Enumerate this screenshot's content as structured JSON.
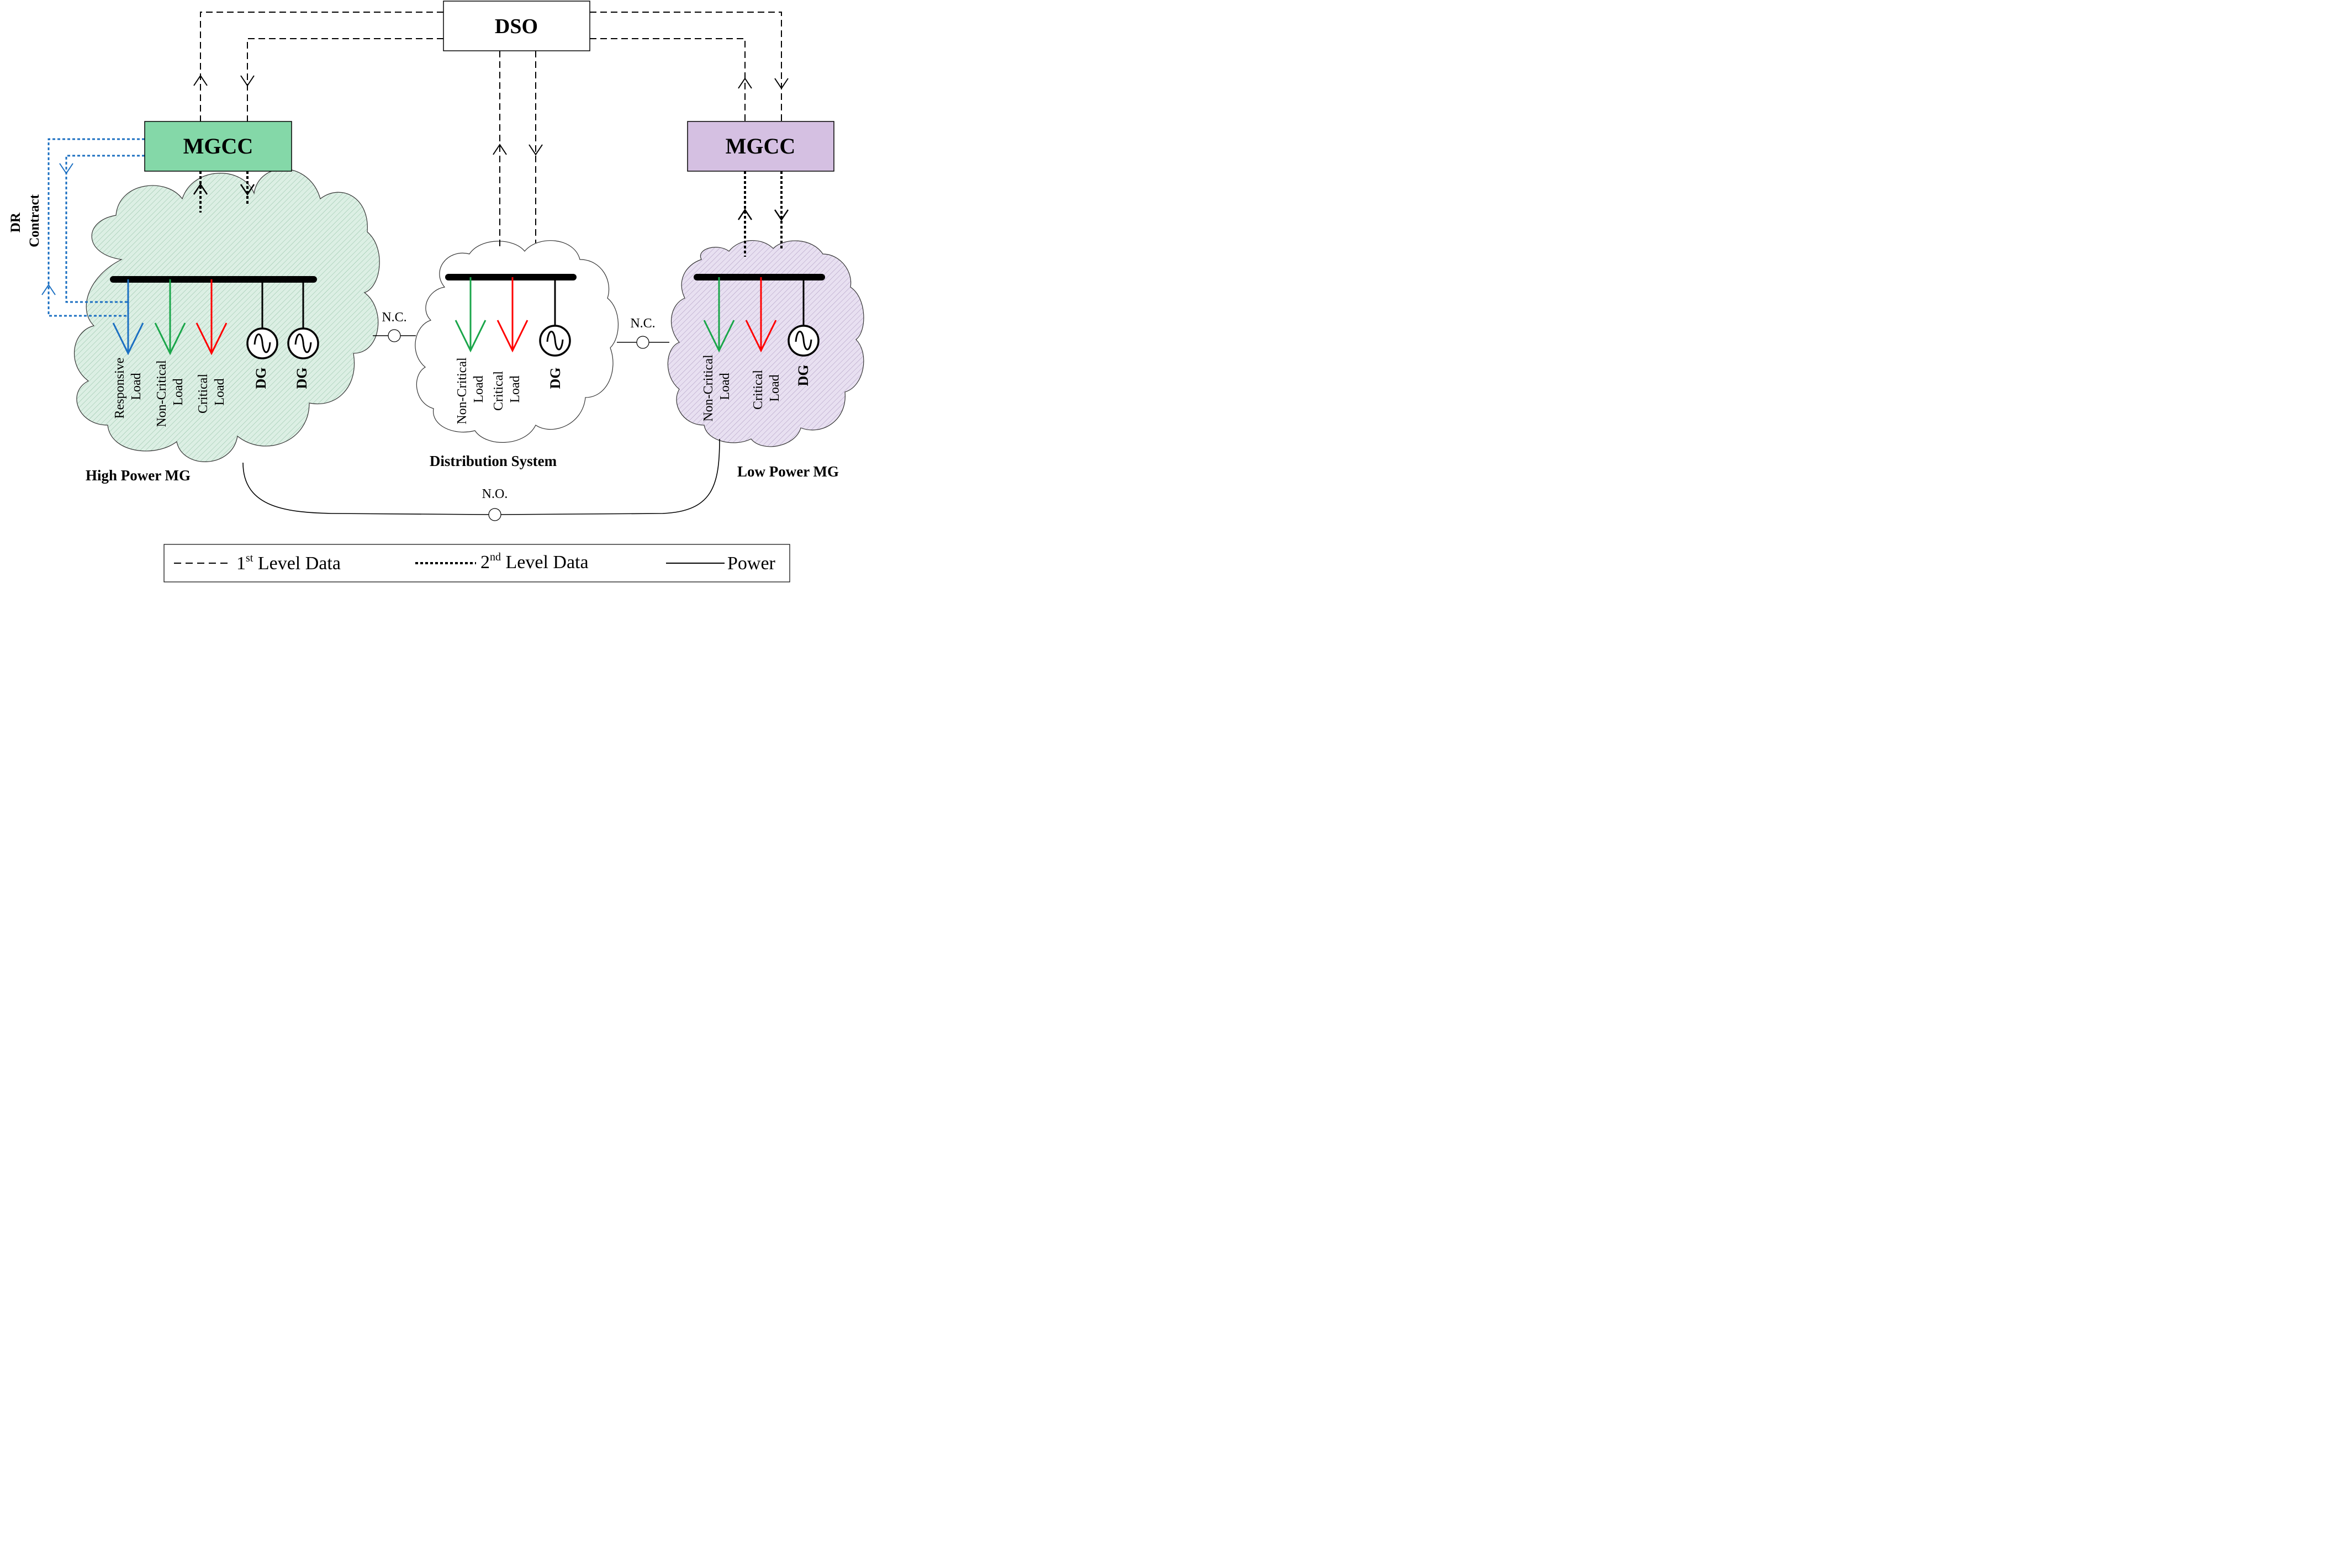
{
  "dso": {
    "label": "DSO"
  },
  "mgcc_left": {
    "label": "MGCC",
    "color": "#84d8a8"
  },
  "mgcc_right": {
    "label": "MGCC",
    "color": "#d5c0e2"
  },
  "dr_contract": {
    "line1": "DR",
    "line2": "Contract",
    "color": "#1b6fc2"
  },
  "high_power_mg": {
    "caption": "High Power MG",
    "cloud_color": "#dcefe4",
    "loads": [
      {
        "line1": "Responsive",
        "line2": "Load",
        "color": "#1b6fc2"
      },
      {
        "line1": "Non-Critical",
        "line2": "Load",
        "color": "#1aa64a"
      },
      {
        "line1": "Critical",
        "line2": "Load",
        "color": "#ff0000"
      }
    ],
    "generators": [
      {
        "label": "DG"
      },
      {
        "label": "DG"
      }
    ]
  },
  "distribution_system": {
    "caption": "Distribution System",
    "loads": [
      {
        "line1": "Non-Critical",
        "line2": "Load",
        "color": "#1aa64a"
      },
      {
        "line1": "Critical",
        "line2": "Load",
        "color": "#ff0000"
      }
    ],
    "generators": [
      {
        "label": "DG"
      }
    ]
  },
  "low_power_mg": {
    "caption": "Low Power MG",
    "cloud_color": "#e7dff0",
    "loads": [
      {
        "line1": "Non-Critical",
        "line2": "Load",
        "color": "#1aa64a"
      },
      {
        "line1": "Critical",
        "line2": "Load",
        "color": "#ff0000"
      }
    ],
    "generators": [
      {
        "label": "DG"
      }
    ]
  },
  "switches": {
    "left_nc": "N.C.",
    "right_nc": "N.C.",
    "bottom_no": "N.O."
  },
  "legend": {
    "level1": {
      "main": "1",
      "sup": "st",
      "rest": " Level Data"
    },
    "level2": {
      "main": "2",
      "sup": "nd",
      "rest": " Level Data"
    },
    "power": "Power"
  }
}
